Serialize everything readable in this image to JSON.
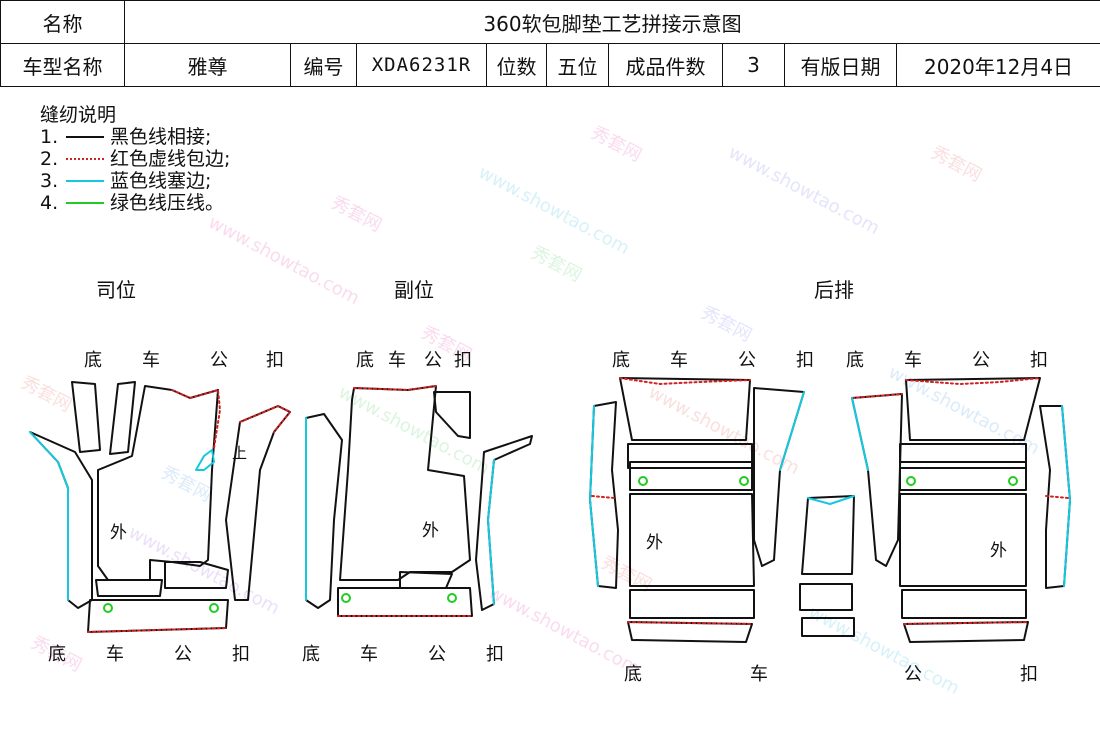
{
  "header": {
    "name_label": "名称",
    "title": "360软包脚垫工艺拼接示意图",
    "model_label": "车型名称",
    "model_value": "雅尊",
    "code_label": "编号",
    "code_value": "XDA6231R",
    "seats_label": "位数",
    "seats_value": "五位",
    "pieces_label": "成品件数",
    "pieces_value": "3",
    "date_label": "有版日期",
    "date_value": "2020年12月4日"
  },
  "legend": {
    "title": "缝纫说明",
    "items": [
      {
        "num": "1.",
        "text": "黑色线相接;",
        "color": "#111111"
      },
      {
        "num": "2.",
        "text": "红色虚线包边;",
        "color": "#d32020"
      },
      {
        "num": "3.",
        "text": "蓝色线塞边;",
        "color": "#14c8e0"
      },
      {
        "num": "4.",
        "text": "绿色线压线。",
        "color": "#22cc22"
      }
    ]
  },
  "sections": {
    "driver": "司位",
    "passenger": "副位",
    "rear": "后排"
  },
  "labels": {
    "di": "底",
    "che": "车",
    "gong": "公",
    "kou": "扣",
    "wai": "外",
    "shang": "上"
  },
  "watermark": {
    "url": "www.showtao.com",
    "brand": "秀套网"
  },
  "colors": {
    "line": "#111111",
    "red": "#d32020",
    "cyan": "#14c8e0",
    "green": "#22cc22"
  }
}
